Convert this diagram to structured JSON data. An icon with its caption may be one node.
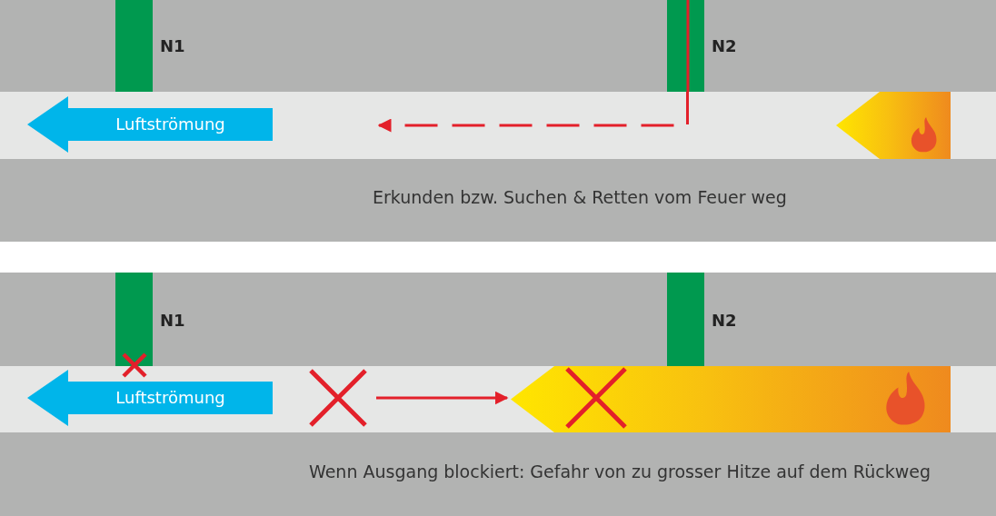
{
  "diagram": {
    "nodes": [
      {
        "text": [
          "N1"
        ]
      },
      {
        "text": [
          "N2"
        ]
      },
      {
        "text": [
          "Luftströmung"
        ]
      },
      {
        "text": [
          "N1"
        ]
      },
      {
        "text": [
          "N2"
        ]
      },
      {
        "text": [
          "Luftströmung"
        ]
      },
      {
        "text": [],
        "shape": "bar"
      },
      {
        "text": [],
        "shape": "cross"
      }
    ],
    "edges": [
      {
        "from": 1,
        "to": null,
        "arrow": "to",
        "style": "dashed"
      },
      {
        "from": 7,
        "to": 6,
        "arrow": "to"
      }
    ],
    "labels": [
      "Erkunden bzw. Suchen & Retten vom Feuer weg",
      "Wenn Ausgang blockiert: Gefahr von zu grosser Hitze auf dem Rückweg"
    ]
  }
}
